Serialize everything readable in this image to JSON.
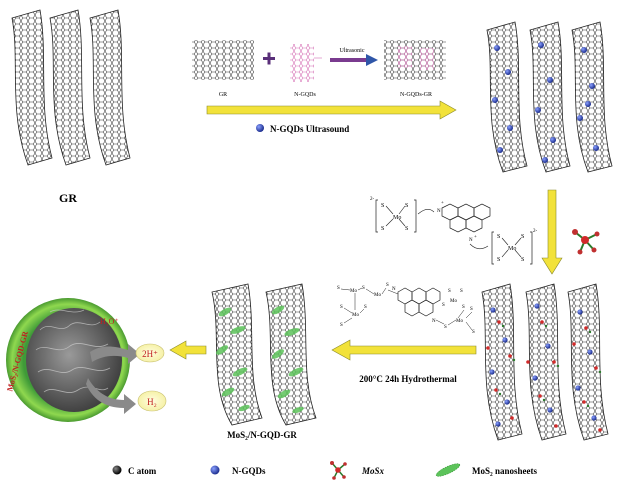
{
  "labels": {
    "gr": "GR",
    "small_gr": "GR",
    "small_ngqds": "N-GQDs",
    "ultrasonic": "Ultrasonic",
    "small_ngqds_gr": "N-GQDs-GR",
    "ultrasound_step": "N-GQDs Ultrasound",
    "hydrothermal_step": "200°C 24h   Hydrothermal",
    "product": "MoS₂/N-GQD-GR",
    "ring_label": "MoS₂/N-GQD-GR",
    "h3o": "H₃O⁺",
    "h_plus": "2H⁺",
    "h2": "H₂",
    "mo": "Mo",
    "s": "S",
    "charge_neg": "2-",
    "charge_pos": "+"
  },
  "legend": [
    {
      "label": "C atom",
      "icon": "black-sphere"
    },
    {
      "label": "N-GQDs",
      "icon": "blue-sphere"
    },
    {
      "label": "MoSx",
      "icon": "mosx-cluster"
    },
    {
      "label": "MoS₂ nanosheets",
      "icon": "green-sheet"
    }
  ],
  "colors": {
    "arrow_yellow": "#f2e23a",
    "arrow_outline": "#8a8a2a",
    "ngqd_blue": "#2b3fa8",
    "mos2_green": "#5cc35a",
    "ultrasonic_arrow": "#7a3b8f",
    "ngqd_pink": "#d66fb5"
  }
}
